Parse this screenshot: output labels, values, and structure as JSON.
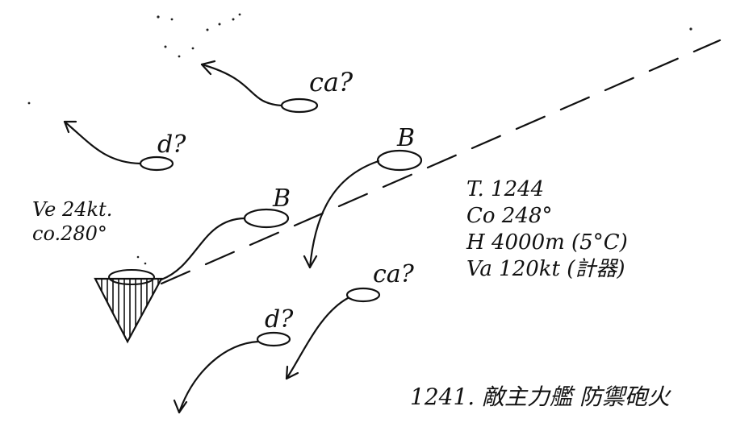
{
  "contacts": {
    "ca_top": "ca?",
    "d_upper": "d?",
    "b_right": "B",
    "b_center": "B",
    "ca_lower": "ca?",
    "d_lower": "d?"
  },
  "own_ship": {
    "speed": "Ve 24kt.",
    "course": "co.280°"
  },
  "aircraft_info": {
    "time": "T.  1244",
    "course": "Co  248°",
    "height": "H   4000m (5°C)",
    "airspeed": "Va  120kt (計器)"
  },
  "caption": "1241. 敵主力艦 防禦砲火"
}
